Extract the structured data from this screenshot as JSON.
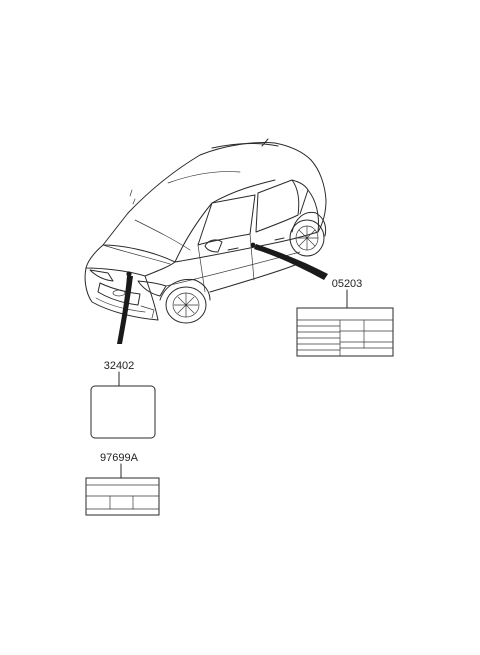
{
  "diagram": {
    "parts": [
      {
        "number": "05203"
      },
      {
        "number": "32402"
      },
      {
        "number": "97699A"
      }
    ]
  }
}
